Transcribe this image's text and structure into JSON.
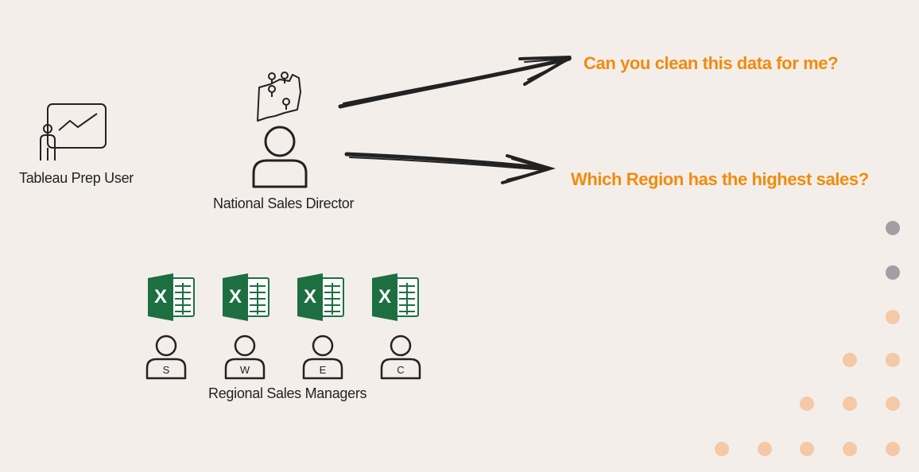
{
  "labels": {
    "prep_user": "Tableau Prep User",
    "director": "National Sales Director",
    "managers": "Regional Sales Managers"
  },
  "questions": {
    "clean": "Can you clean this data for me?",
    "region": "Which Region has the highest sales?"
  },
  "managers": [
    {
      "letter": "S"
    },
    {
      "letter": "W"
    },
    {
      "letter": "E"
    },
    {
      "letter": "C"
    }
  ],
  "excel_glyph": "X",
  "colors": {
    "background": "#f3eeea",
    "accent_orange": "#f28b0c",
    "excel_green": "#1d6f42",
    "dot_gray": "#a39ea3",
    "dot_peach": "#f5c8a6"
  }
}
